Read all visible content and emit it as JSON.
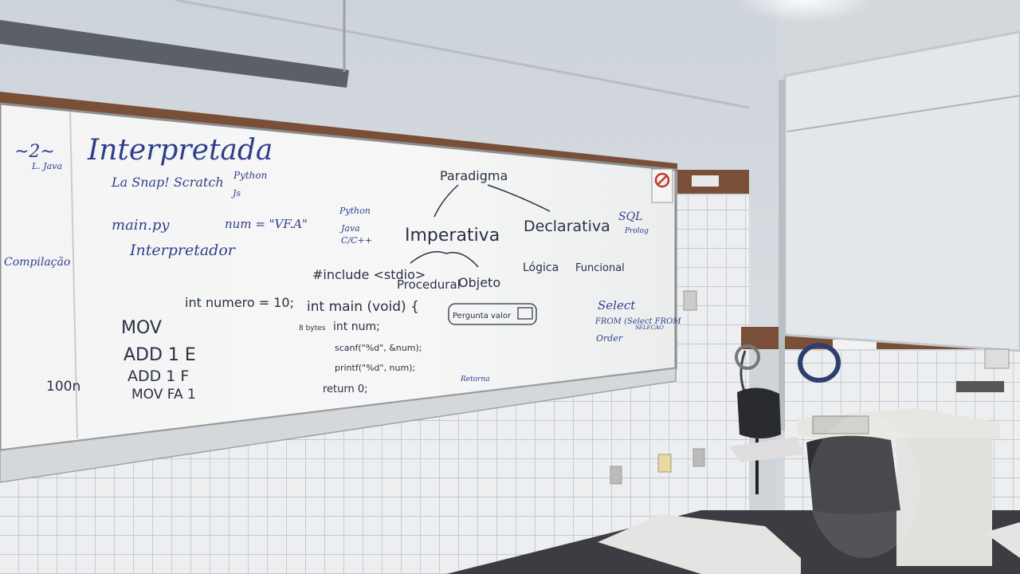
{
  "board": {
    "title_num": "~2~",
    "title": "Interpretada",
    "java_note": "L. Java",
    "langs_line": "La Snap! Scratch",
    "python": "Python",
    "js": "Js",
    "main_py": "main.py",
    "num_assign": "num = \"VF.A\"",
    "interpretador": "Interpretador",
    "compilacao": "Compilação",
    "paradigma": "Paradigma",
    "python_small": "Python",
    "java_small": "Java",
    "c_small": "C/C++",
    "imperativa": "Imperativa",
    "declarativa": "Declarativa",
    "sql": "SQL",
    "prolog": "Prolog",
    "include": "#include <stdio>",
    "procedural": "Procedural",
    "objeto": "Objeto",
    "logica": "Lógica",
    "funcional": "Funcional",
    "int_numero": "int numero = 10;",
    "int_main": "int main (void) {",
    "pergunta_valor": "Pergunta valor",
    "bytes_note": "8 bytes",
    "int_num": "int num;",
    "scanf": "scanf(\"%d\", &num);",
    "printf": "printf(\"%d\", num);",
    "return0": "return 0;",
    "retorna": "Retorna",
    "mov": "MOV",
    "add1e": "ADD 1 E",
    "add1f": "ADD 1 F",
    "movfa1": "MOV FA 1",
    "num100": "100n",
    "select": "Select",
    "from": "FROM (Select FROM",
    "order": "Order",
    "selecao": "SELECAO"
  }
}
